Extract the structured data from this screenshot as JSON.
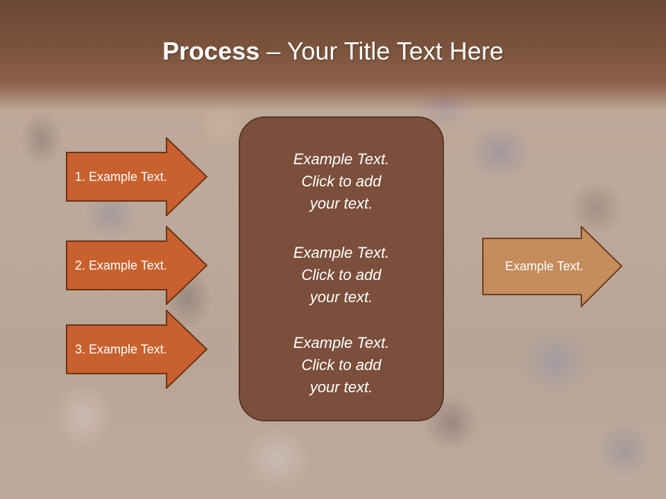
{
  "slide": {
    "title_bold": "Process",
    "title_rest": " – Your Title Text Here"
  },
  "left_arrows": [
    {
      "label": "1. Example Text."
    },
    {
      "label": "2. Example Text."
    },
    {
      "label": "3. Example Text."
    }
  ],
  "center_box": {
    "blocks": [
      {
        "line1": "Example Text.",
        "line2": "Click  to add",
        "line3": "your text."
      },
      {
        "line1": "Example Text.",
        "line2": "Click  to add",
        "line3": "your text."
      },
      {
        "line1": "Example Text.",
        "line2": "Click  to add",
        "line3": "your text."
      }
    ]
  },
  "right_arrow": {
    "label": "Example Text."
  },
  "colors": {
    "title_band": "#7c543d",
    "left_arrow_fill": "#c8612e",
    "center_box_fill": "#7b4f3b",
    "right_arrow_fill": "#c58c5c"
  }
}
